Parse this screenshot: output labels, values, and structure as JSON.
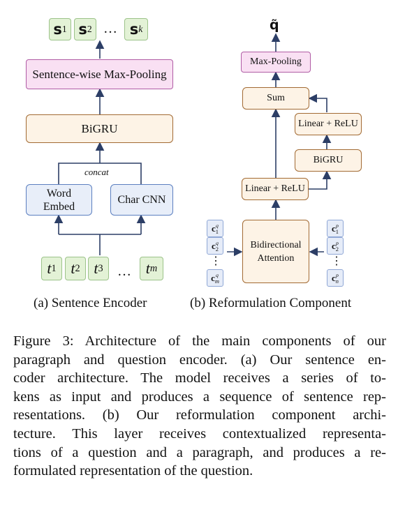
{
  "panel_a": {
    "outputs": [
      {
        "base": "s",
        "sub": "1"
      },
      {
        "base": "s",
        "sub": "2"
      },
      {
        "base": "s",
        "sub": "k"
      }
    ],
    "output_ellipsis": "…",
    "maxpool_label": "Sentence-wise Max-Pooling",
    "bigru_label": "BiGRU",
    "concat_label": "concat",
    "word_embed_label": "Word Embed",
    "char_cnn_label": "Char CNN",
    "inputs": [
      {
        "base": "t",
        "sub": "1"
      },
      {
        "base": "t",
        "sub": "2"
      },
      {
        "base": "t",
        "sub": "3"
      },
      {
        "base": "t",
        "sub": "m"
      }
    ],
    "input_ellipsis": "…",
    "caption": "(a) Sentence Encoder"
  },
  "panel_b": {
    "output_label": "q̃",
    "maxpool_label": "Max-Pooling",
    "sum_label": "Sum",
    "linear_relu_top_label": "Linear + ReLU",
    "bigru_label": "BiGRU",
    "linear_relu_bottom_label": "Linear + ReLU",
    "attention_label": "Bidirectional Attention",
    "question_vectors": [
      {
        "base": "c",
        "sub": "1",
        "sup": "q"
      },
      {
        "base": "c",
        "sub": "2",
        "sup": "q"
      },
      {
        "base": "c",
        "sub": "m",
        "sup": "q"
      }
    ],
    "paragraph_vectors": [
      {
        "base": "c",
        "sub": "1",
        "sup": "p"
      },
      {
        "base": "c",
        "sub": "2",
        "sup": "p"
      },
      {
        "base": "c",
        "sub": "n",
        "sup": "p"
      }
    ],
    "vertical_ellipsis": "⋮",
    "caption": "(b) Reformulation Component"
  },
  "figure_caption": "Figure 3: Architecture of the main components of our paragraph and question encoder. (a) Our sentence encoder architecture. The model receives a series of tokens as input and produces a sequence of sentence representations. (b) Our reformulation component architecture. This layer receives contextualized representations of a question and a paragraph, and produces a reformulated representation of the question.",
  "figure_caption_lines": [
    "Figure 3: Architecture of the main components of our",
    "paragraph and question encoder. (a) Our sentence en-",
    "coder architecture. The model receives a series of to-",
    "kens as input and produces a sequence of sentence rep-",
    "resentations. (b) Our reformulation component archi-",
    "tecture. This layer receives contextualized representa-",
    "tions of a question and a paragraph, and produces a re-",
    "formulated representation of the question."
  ],
  "colors": {
    "green_fill": "#e3f2d6",
    "orange_fill": "#fdf3e6",
    "blue_fill": "#e8eef9",
    "pink_fill": "#f9e0f3",
    "arrow": "#2c3e66"
  }
}
